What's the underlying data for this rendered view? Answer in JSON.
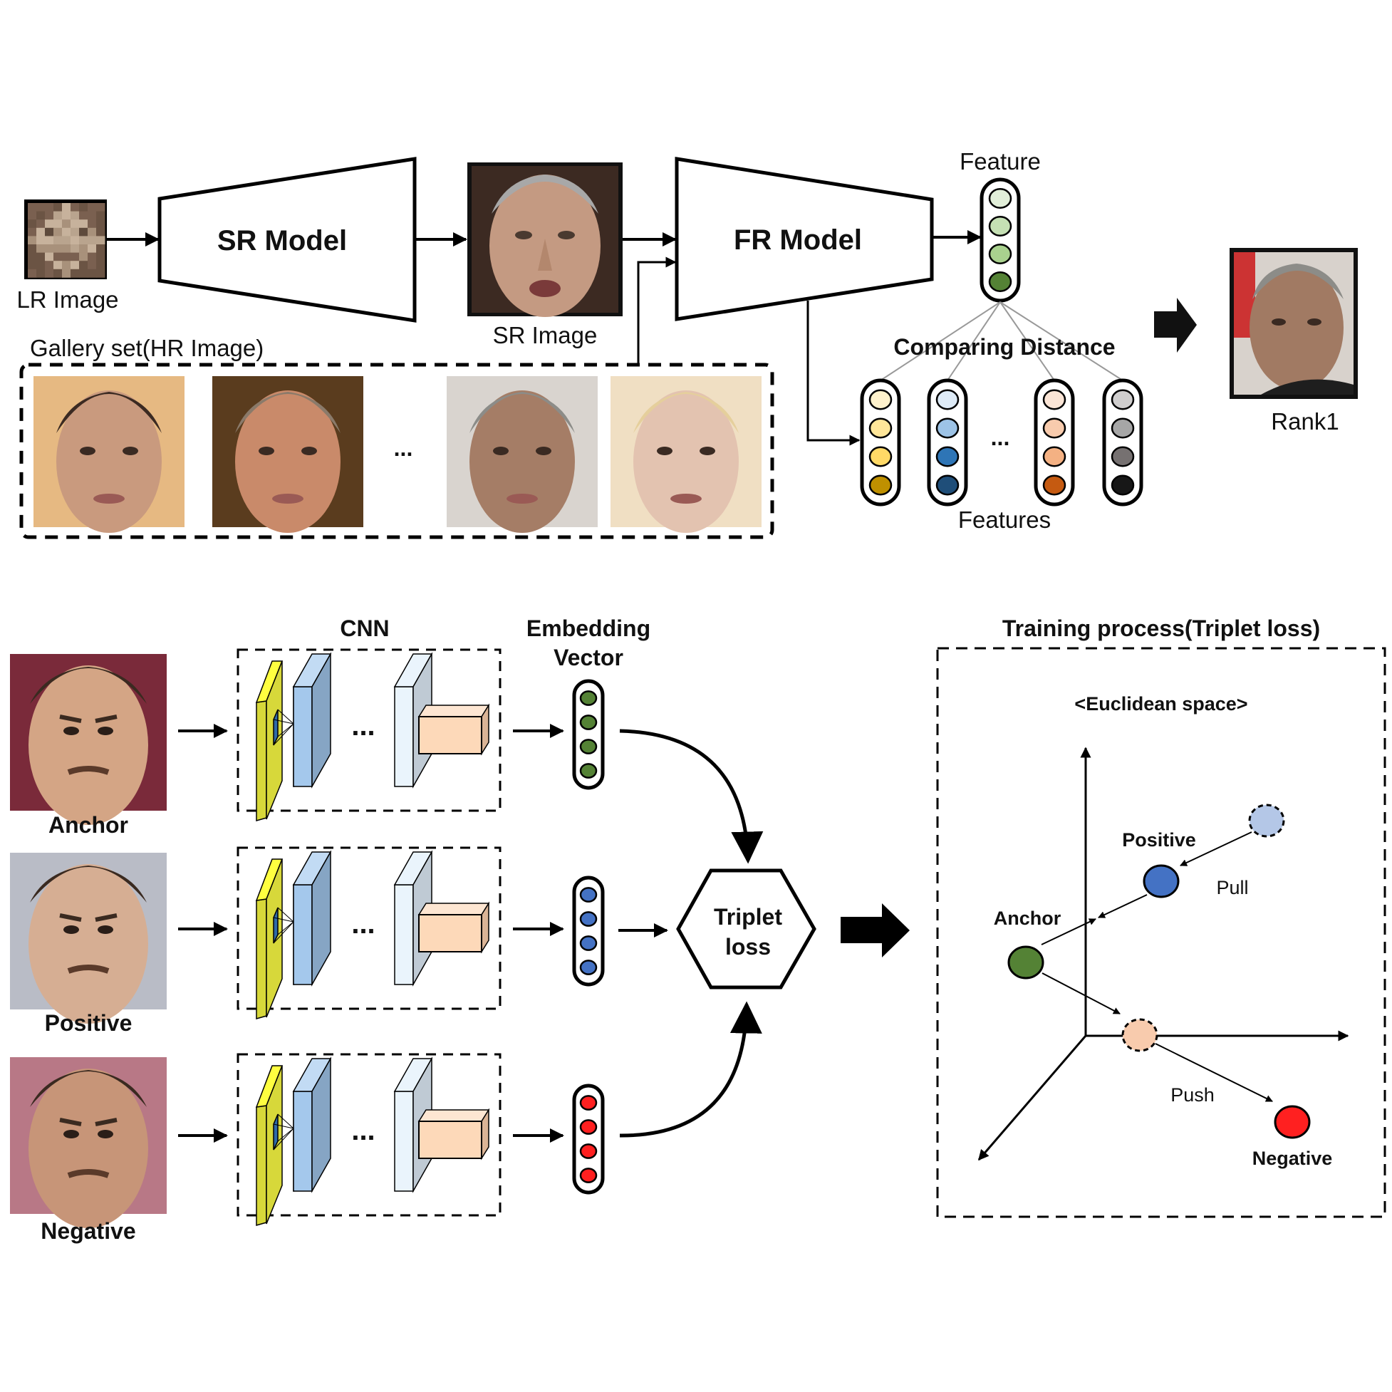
{
  "top": {
    "lr_image_label": "LR Image",
    "sr_model_label": "SR Model",
    "sr_image_label": "SR Image",
    "fr_model_label": "FR Model",
    "feature_label": "Feature",
    "gallery_label": "Gallery set(HR Image)",
    "gallery_ellipsis": "...",
    "comparing_label": "Comparing Distance",
    "features_label": "Features",
    "features_ellipsis": "...",
    "rank1_label": "Rank1",
    "query_feature_colors": [
      "#e2efd9",
      "#c5e0b4",
      "#a9d18e",
      "#548235"
    ],
    "gallery_feature_columns": [
      [
        "#fff2cc",
        "#ffe699",
        "#ffd966",
        "#bf9000"
      ],
      [
        "#deebf7",
        "#9dc3e6",
        "#2e75b6",
        "#1f4e79"
      ],
      [
        "#fbe5d6",
        "#f8cbad",
        "#f4b183",
        "#c55a11"
      ],
      [
        "#d0cece",
        "#a6a6a6",
        "#767171",
        "#171717"
      ]
    ],
    "gallery_faces": [
      {
        "name": "gallery-face-1",
        "skin": "#c99a7e",
        "bg": "#e6b982",
        "hair": "#3b2a22"
      },
      {
        "name": "gallery-face-2",
        "skin": "#c98a6a",
        "bg": "#5a3c1e",
        "hair": "#8a7a6a"
      },
      {
        "name": "gallery-face-3",
        "skin": "#a57d66",
        "bg": "#d9d4cf",
        "hair": "#8c8c88"
      },
      {
        "name": "gallery-face-4",
        "skin": "#e3c3b0",
        "bg": "#f0dfc3",
        "hair": "#e5cf9c"
      }
    ]
  },
  "bottom": {
    "cnn_label": "CNN",
    "embedding_label_line1": "Embedding",
    "embedding_label_line2": "Vector",
    "rows": [
      {
        "label": "Anchor",
        "color": "#548235",
        "skin": "#d4a585",
        "bg": "#7a2a3a"
      },
      {
        "label": "Positive",
        "color": "#4472c4",
        "skin": "#d6ae93",
        "bg": "#b9bcc6"
      },
      {
        "label": "Negative",
        "color": "#ff2020",
        "skin": "#c79578",
        "bg": "#b87886"
      }
    ],
    "cnn_ellipsis": "...",
    "triplet_line1": "Triplet",
    "triplet_line2": "loss",
    "training_title": "Training process(Triplet loss)",
    "space_title": "<Euclidean space>",
    "points": {
      "positive_label": "Positive",
      "anchor_label": "Anchor",
      "negative_label": "Negative",
      "pull_label": "Pull",
      "push_label": "Push",
      "anchor_color": "#548235",
      "positive_color": "#4472c4",
      "positive_ghost_color": "#b4c7e7",
      "negative_color": "#ff2020",
      "negative_ghost_color": "#f8cbad"
    },
    "layer_colors": {
      "input_front": "#d7d83a",
      "input_edge": "#ffff40",
      "conv_front": "#a4c8ec",
      "conv_side": "#86a5c4",
      "conv_top": "#c2dbf4",
      "kernel": "#2e6aa8",
      "last_front": "#eaf4fc",
      "last_side": "#bfcad4",
      "fc_front": "#fdd9b9",
      "fc_top": "#fde6d2",
      "fc_side": "#dbb496"
    }
  }
}
